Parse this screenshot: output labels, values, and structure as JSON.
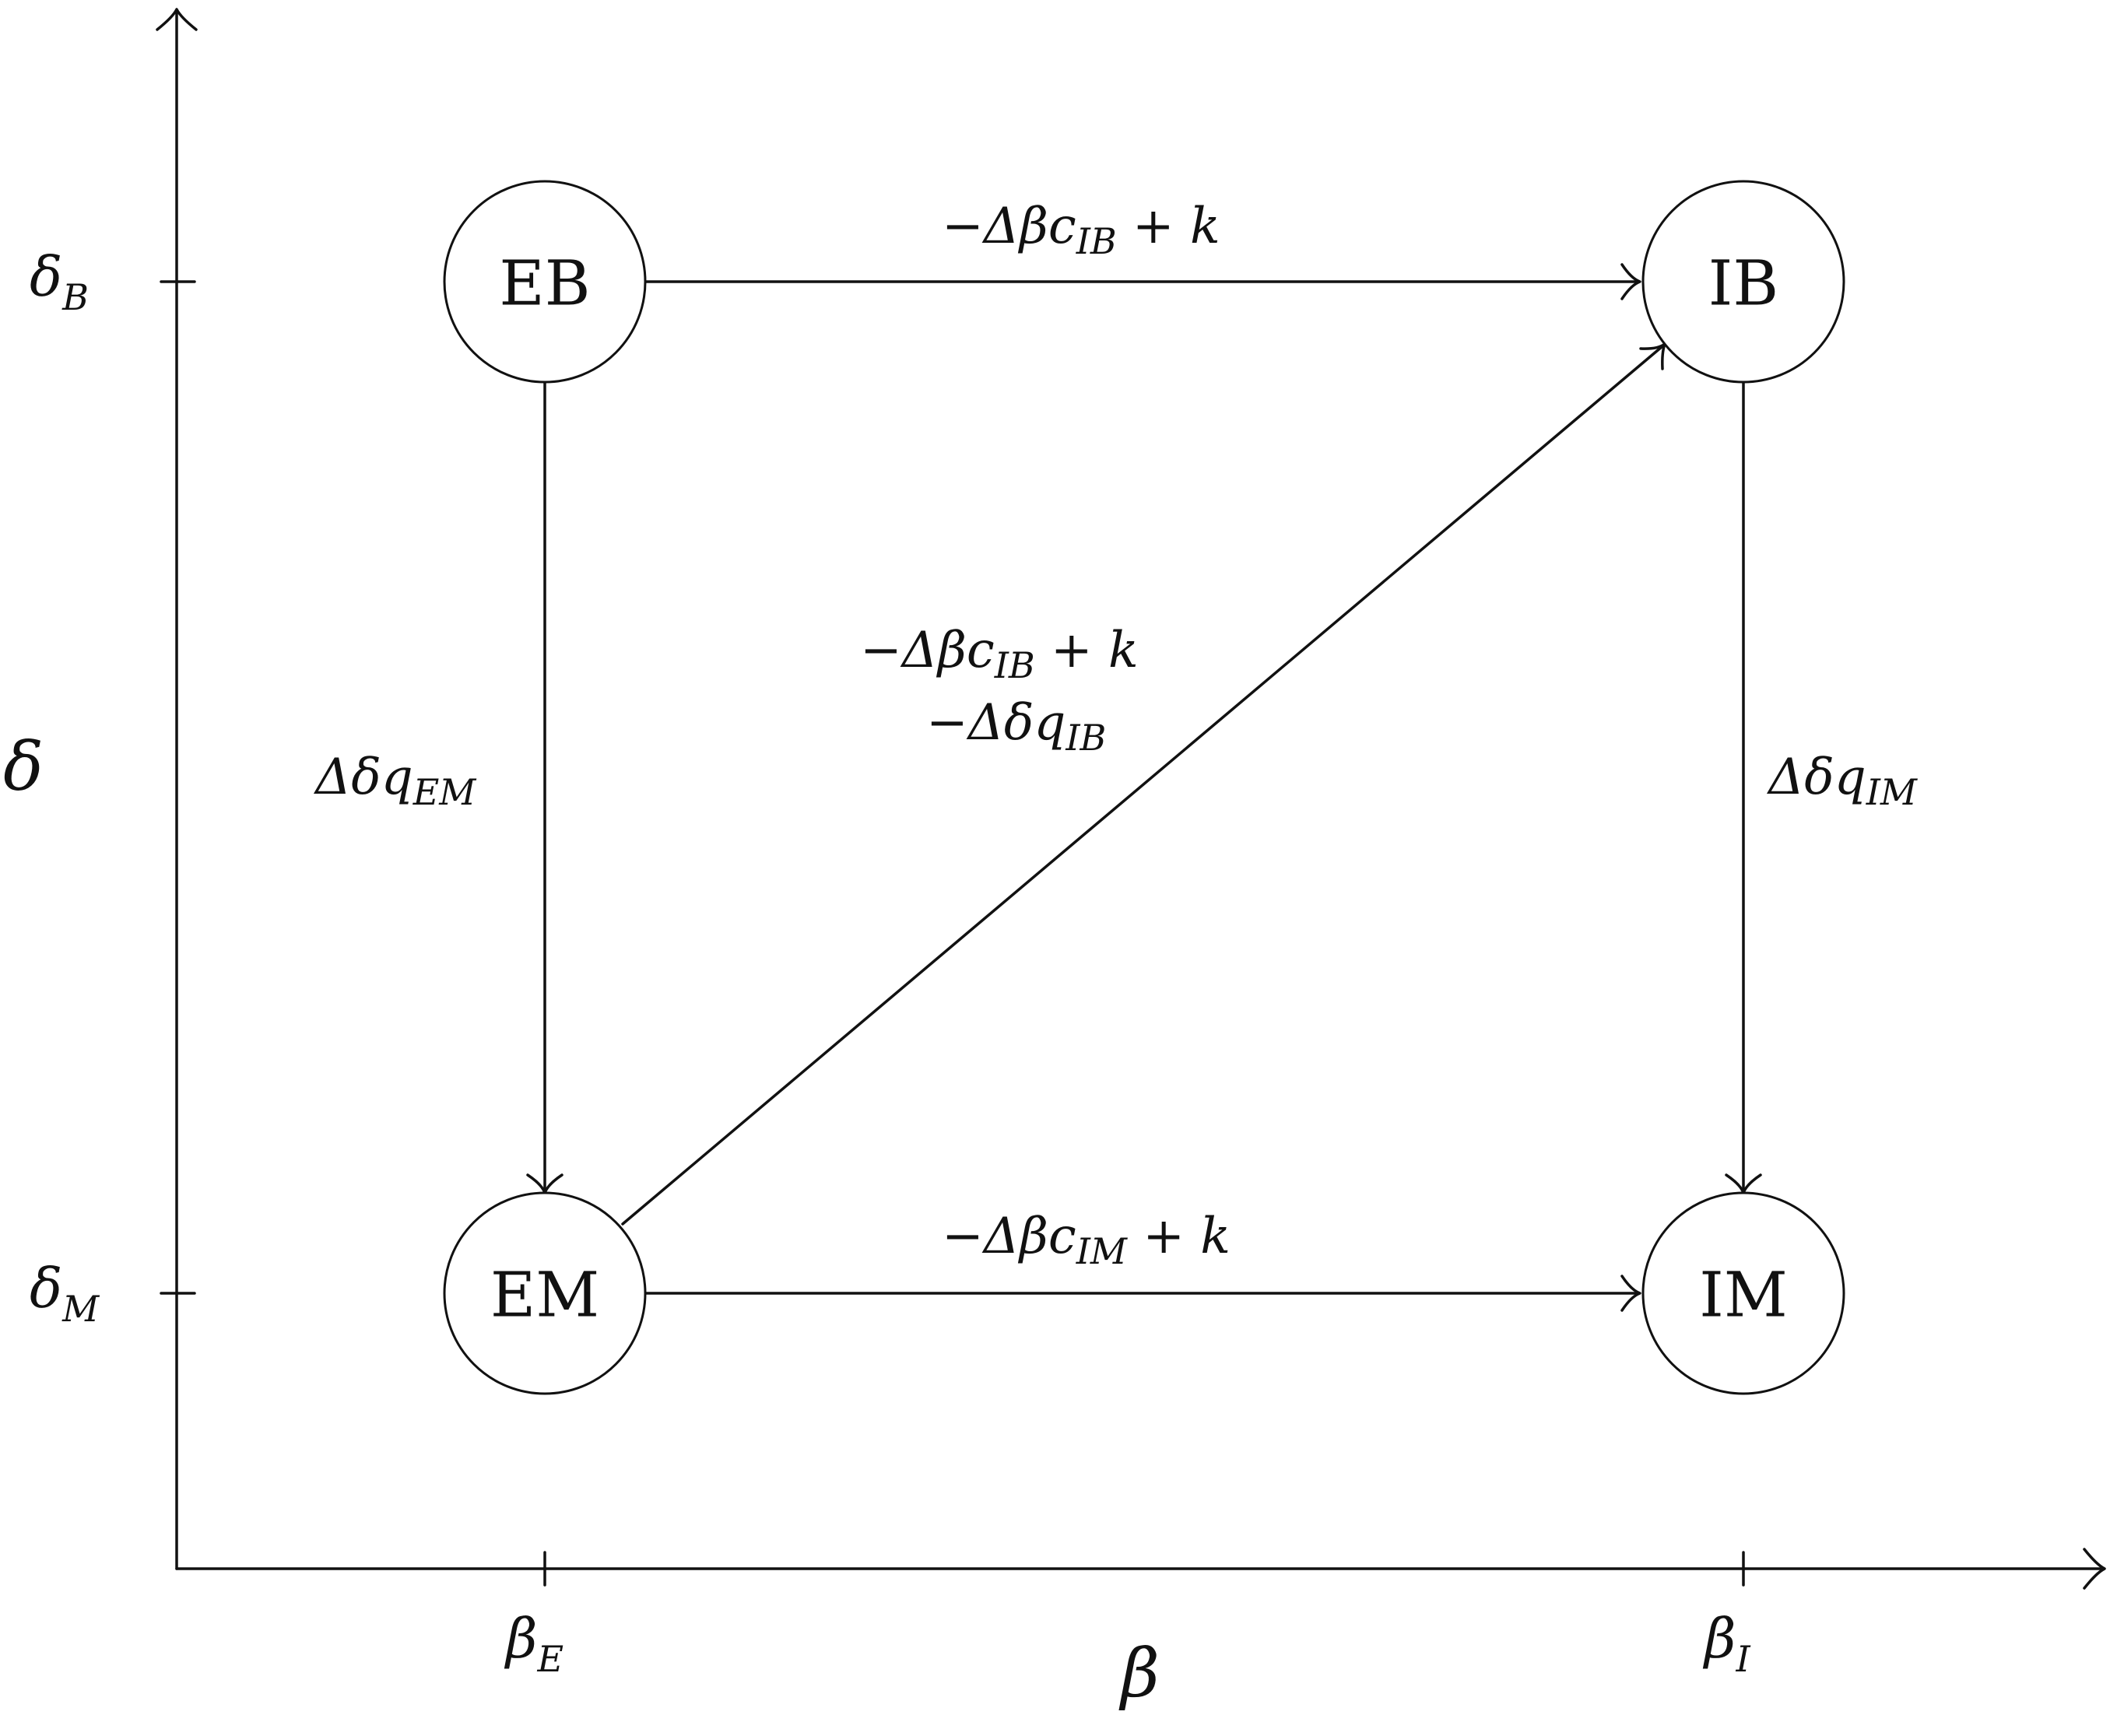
{
  "axes": {
    "x_label": "β",
    "y_label": "δ",
    "x_ticks": [
      {
        "base": "β",
        "sub": "E"
      },
      {
        "base": "β",
        "sub": "I"
      }
    ],
    "y_ticks": [
      {
        "base": "δ",
        "sub": "B"
      },
      {
        "base": "δ",
        "sub": "M"
      }
    ]
  },
  "nodes": {
    "eb": "EB",
    "ib": "IB",
    "em": "EM",
    "im": "IM"
  },
  "edges": {
    "eb_ib": {
      "lead": "−Δβc",
      "sub": "IB",
      "tail": " + k"
    },
    "em_im": {
      "lead": "−Δβc",
      "sub": "IM",
      "tail": " + k"
    },
    "eb_em": {
      "lead": "Δδq",
      "sub": "EM"
    },
    "ib_im": {
      "lead": "Δδq",
      "sub": "IM"
    },
    "em_ib": {
      "line1": {
        "lead": "−Δβc",
        "sub": "IB",
        "tail": " + k"
      },
      "line2": {
        "lead": "−Δδq",
        "sub": "IB"
      }
    }
  }
}
